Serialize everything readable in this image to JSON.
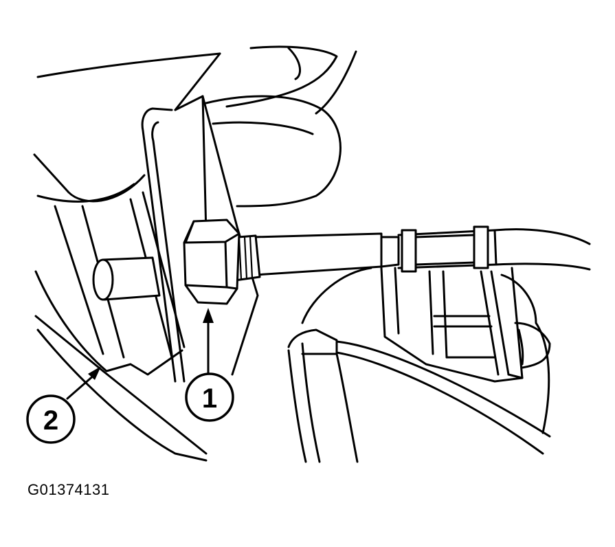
{
  "figure": {
    "id_code": "G01374131"
  },
  "callouts": [
    {
      "number": "1",
      "target": "hex-nut-fitting"
    },
    {
      "number": "2",
      "target": "bracket-panel"
    }
  ],
  "colors": {
    "line": "#000000",
    "background": "#ffffff"
  }
}
